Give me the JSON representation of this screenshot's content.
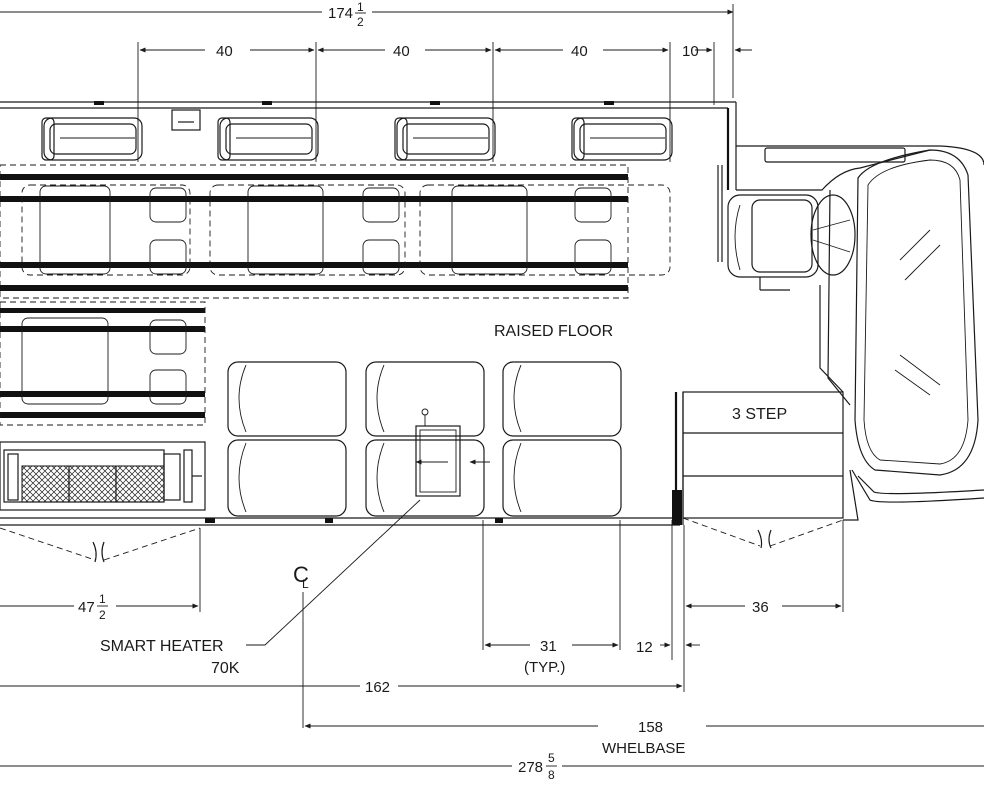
{
  "dimensions": {
    "overall_top_whole": "174",
    "overall_top_num": "1",
    "overall_top_den": "2",
    "seat_pitch_1": "40",
    "seat_pitch_2": "40",
    "seat_pitch_3": "40",
    "front_gap": "10",
    "rear_lift_whole": "47",
    "rear_lift_num": "1",
    "rear_lift_den": "2",
    "seat_width": "31",
    "seat_width_note": "(TYP.)",
    "aisle_offset": "12",
    "step_width": "36",
    "floor_length": "162",
    "wheelbase_value": "158",
    "wheelbase_label": "WHELBASE",
    "overall_length_whole": "278",
    "overall_length_num": "5",
    "overall_length_den": "8"
  },
  "labels": {
    "raised_floor": "RAISED FLOOR",
    "entry_step": "3 STEP",
    "heater_line1": "SMART HEATER",
    "heater_line2": "70K",
    "centerline_symbol": "C",
    "centerline_mark": "L"
  }
}
